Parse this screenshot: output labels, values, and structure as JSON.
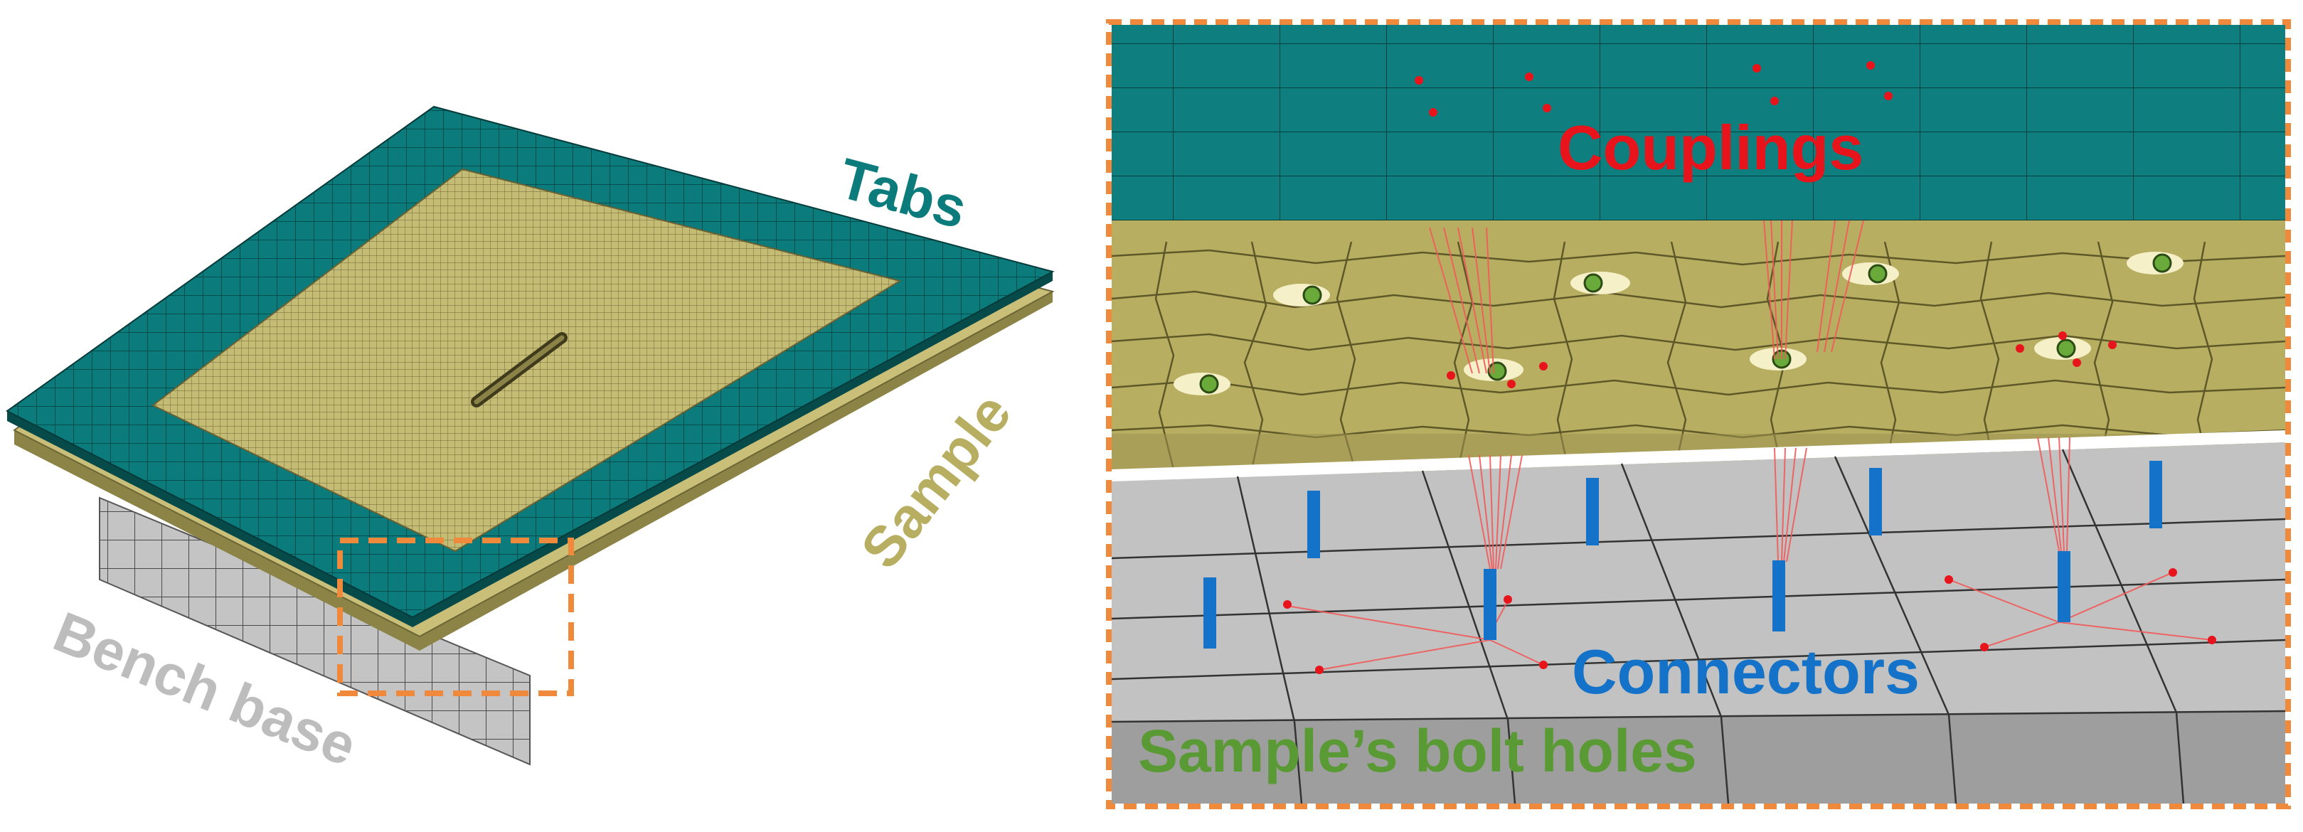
{
  "labels": {
    "tabs": "Tabs",
    "sample": "Sample",
    "bench_base": "Bench base",
    "couplings": "Couplings",
    "connectors": "Connectors",
    "bolt_holes": "Sample’s bolt holes"
  },
  "colors": {
    "tabs": "#0c7b7b",
    "sample": "#b8ae62",
    "bench": "#bdbdbd",
    "couplings": "#e8141c",
    "connectors": "#1473c8",
    "bolt_holes": "#5a9a34",
    "highlight_box": "#ef8a3c"
  }
}
